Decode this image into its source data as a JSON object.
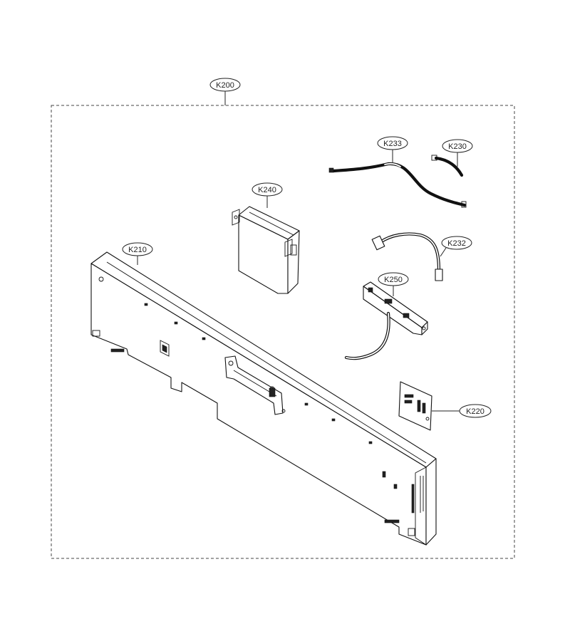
{
  "diagram": {
    "callouts": {
      "assembly": "K200",
      "panel": "K210",
      "module": "K240",
      "harness_k233": "K233",
      "harness_k230": "K230",
      "harness_k232": "K232",
      "connector": "K250",
      "label_plate": "K220"
    }
  }
}
